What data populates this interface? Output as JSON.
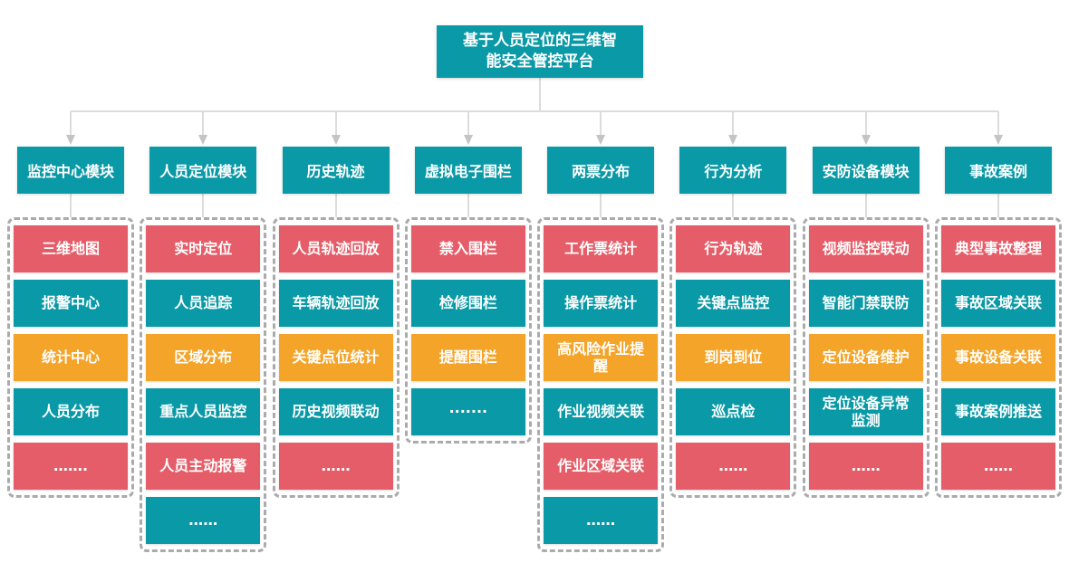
{
  "palette": {
    "teal": "#0A99A6",
    "red": "#E45D68",
    "orange": "#F4A428",
    "connector_line": "#DCDCDC",
    "connector_arrow": "#C4C4C4",
    "dashed_border": "#ABABAB"
  },
  "root": {
    "label": "基于人员定位的三维智能安全管控平台"
  },
  "columns": [
    {
      "header": "监控中心模块",
      "items": [
        {
          "label": "三维地图",
          "color": "red"
        },
        {
          "label": "报警中心",
          "color": "teal"
        },
        {
          "label": "统计中心",
          "color": "orange"
        },
        {
          "label": "人员分布",
          "color": "teal"
        },
        {
          "label": "…….",
          "color": "red"
        }
      ]
    },
    {
      "header": "人员定位模块",
      "items": [
        {
          "label": "实时定位",
          "color": "red"
        },
        {
          "label": "人员追踪",
          "color": "teal"
        },
        {
          "label": "区域分布",
          "color": "orange"
        },
        {
          "label": "重点人员监控",
          "color": "teal"
        },
        {
          "label": "人员主动报警",
          "color": "red"
        },
        {
          "label": "……",
          "color": "teal"
        }
      ]
    },
    {
      "header": "历史轨迹",
      "items": [
        {
          "label": "人员轨迹回放",
          "color": "red"
        },
        {
          "label": "车辆轨迹回放",
          "color": "teal"
        },
        {
          "label": "关键点位统计",
          "color": "orange"
        },
        {
          "label": "历史视频联动",
          "color": "teal"
        },
        {
          "label": "……",
          "color": "red"
        }
      ]
    },
    {
      "header": "虚拟电子围栏",
      "items": [
        {
          "label": "禁入围栏",
          "color": "red"
        },
        {
          "label": "检修围栏",
          "color": "teal"
        },
        {
          "label": "提醒围栏",
          "color": "orange"
        },
        {
          "label": "·······",
          "color": "teal"
        }
      ]
    },
    {
      "header": "两票分布",
      "items": [
        {
          "label": "工作票统计",
          "color": "red"
        },
        {
          "label": "操作票统计",
          "color": "teal"
        },
        {
          "label": "高风险作业提醒",
          "color": "orange"
        },
        {
          "label": "作业视频关联",
          "color": "teal"
        },
        {
          "label": "作业区域关联",
          "color": "red"
        },
        {
          "label": "……",
          "color": "teal"
        }
      ]
    },
    {
      "header": "行为分析",
      "items": [
        {
          "label": "行为轨迹",
          "color": "red"
        },
        {
          "label": "关键点监控",
          "color": "teal"
        },
        {
          "label": "到岗到位",
          "color": "orange"
        },
        {
          "label": "巡点检",
          "color": "teal"
        },
        {
          "label": "……",
          "color": "red"
        }
      ]
    },
    {
      "header": "安防设备模块",
      "items": [
        {
          "label": "视频监控联动",
          "color": "red"
        },
        {
          "label": "智能门禁联防",
          "color": "teal"
        },
        {
          "label": "定位设备维护",
          "color": "orange"
        },
        {
          "label": "定位设备异常监测",
          "color": "teal"
        },
        {
          "label": "……",
          "color": "red"
        }
      ]
    },
    {
      "header": "事故案例",
      "items": [
        {
          "label": "典型事故整理",
          "color": "red"
        },
        {
          "label": "事故区域关联",
          "color": "teal"
        },
        {
          "label": "事故设备关联",
          "color": "orange"
        },
        {
          "label": "事故案例推送",
          "color": "teal"
        },
        {
          "label": "……",
          "color": "red"
        }
      ]
    }
  ]
}
